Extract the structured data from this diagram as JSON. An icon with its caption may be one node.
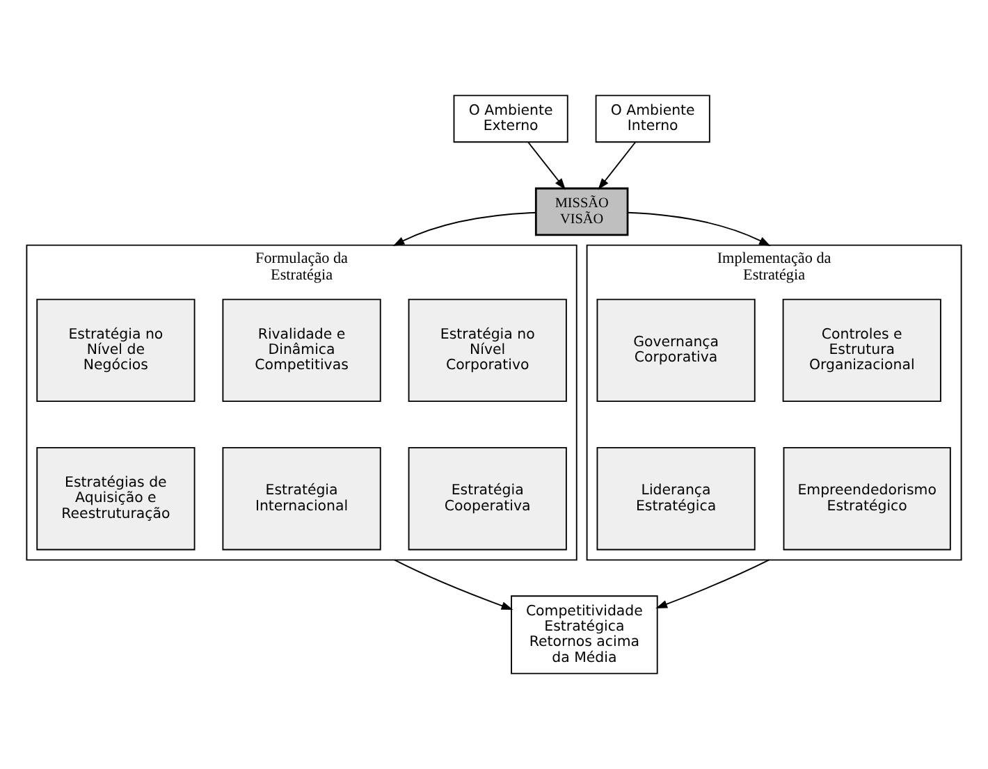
{
  "diagram": {
    "nodes": [
      {
        "text": [
          "O Ambiente Externo"
        ]
      },
      {
        "text": [
          "O Ambiente Interno"
        ]
      },
      {
        "text": [
          "MISSÃO",
          "VISÃO"
        ]
      },
      {
        "text": [
          "Formulação da Estratégia"
        ]
      },
      {
        "text": [
          "Estratégia no Nível de Negócios"
        ],
        "in": 3
      },
      {
        "text": [
          "Rivalidade e Dinâmica Competitivas"
        ],
        "in": 3
      },
      {
        "text": [
          "Estratégia no Nível Corporativo"
        ],
        "in": 3
      },
      {
        "text": [
          "Estratégias de Aquisição e Reestruturação"
        ],
        "in": 3
      },
      {
        "text": [
          "Estratégia Internacional"
        ],
        "in": 3
      },
      {
        "text": [
          "Estratégia Cooperativa"
        ],
        "in": 3
      },
      {
        "text": [
          "Implementação da Estratégia"
        ]
      },
      {
        "text": [
          "Governança Corporativa"
        ],
        "in": 10
      },
      {
        "text": [
          "Controles e Estrutura Organizacional"
        ],
        "in": 10
      },
      {
        "text": [
          "Liderança Estratégica"
        ],
        "in": 10
      },
      {
        "text": [
          "Empreendedorismo Estratégico"
        ],
        "in": 10
      },
      {
        "text": [
          "Competitividade Estratégica Retornos acima da Média"
        ]
      }
    ],
    "edges": [
      {
        "from": 0,
        "to": 2,
        "arrow": "to"
      },
      {
        "from": 1,
        "to": 2,
        "arrow": "to"
      },
      {
        "from": 2,
        "to": 3,
        "arrow": "to"
      },
      {
        "from": 2,
        "to": 10,
        "arrow": "to"
      },
      {
        "from": 3,
        "to": 15,
        "arrow": "to"
      },
      {
        "from": 10,
        "to": 15,
        "arrow": "to"
      }
    ]
  }
}
